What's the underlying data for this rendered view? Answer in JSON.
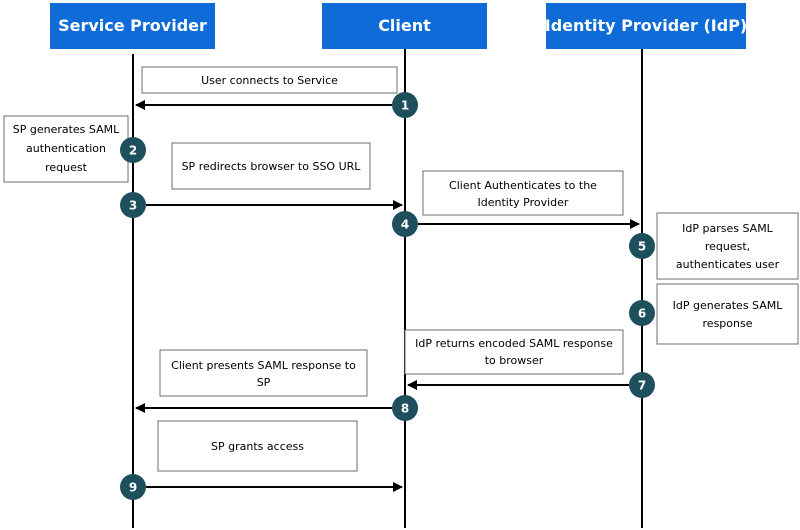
{
  "colors": {
    "actor_fill": "#0e6bd8",
    "actor_text": "#ffffff",
    "step_fill": "#1d4f5c",
    "step_text": "#ffffff",
    "line": "#000000",
    "note_border": "#6e6e6e"
  },
  "actors": [
    {
      "id": "sp",
      "label": "Service Provider"
    },
    {
      "id": "client",
      "label": "Client"
    },
    {
      "id": "idp",
      "label": "Identity Provider (IdP)"
    }
  ],
  "notes": [
    {
      "id": "user-connects",
      "lines": [
        "User connects to Service"
      ]
    },
    {
      "id": "sp-generates",
      "lines": [
        "SP generates SAML",
        "authentication",
        "request"
      ]
    },
    {
      "id": "sp-redirects",
      "lines": [
        "SP redirects browser to SSO URL"
      ]
    },
    {
      "id": "client-authenticates",
      "lines": [
        "Client Authenticates to the",
        "Identity Provider"
      ]
    },
    {
      "id": "idp-parses",
      "lines": [
        "IdP parses SAML",
        "request,",
        "authenticates user"
      ]
    },
    {
      "id": "idp-generates",
      "lines": [
        "IdP generates SAML",
        "response"
      ]
    },
    {
      "id": "idp-returns",
      "lines": [
        "IdP returns encoded SAML response",
        "to browser"
      ]
    },
    {
      "id": "client-presents",
      "lines": [
        "Client presents SAML response to",
        "SP"
      ]
    },
    {
      "id": "sp-grants",
      "lines": [
        "SP grants access"
      ]
    }
  ],
  "steps": [
    {
      "n": "1",
      "from": "client",
      "to": "sp"
    },
    {
      "n": "2",
      "from": "sp",
      "to": "sp"
    },
    {
      "n": "3",
      "from": "sp",
      "to": "client"
    },
    {
      "n": "4",
      "from": "client",
      "to": "idp"
    },
    {
      "n": "5",
      "from": "idp",
      "to": "idp"
    },
    {
      "n": "6",
      "from": "idp",
      "to": "idp"
    },
    {
      "n": "7",
      "from": "idp",
      "to": "client"
    },
    {
      "n": "8",
      "from": "client",
      "to": "sp"
    },
    {
      "n": "9",
      "from": "sp",
      "to": "client"
    }
  ]
}
